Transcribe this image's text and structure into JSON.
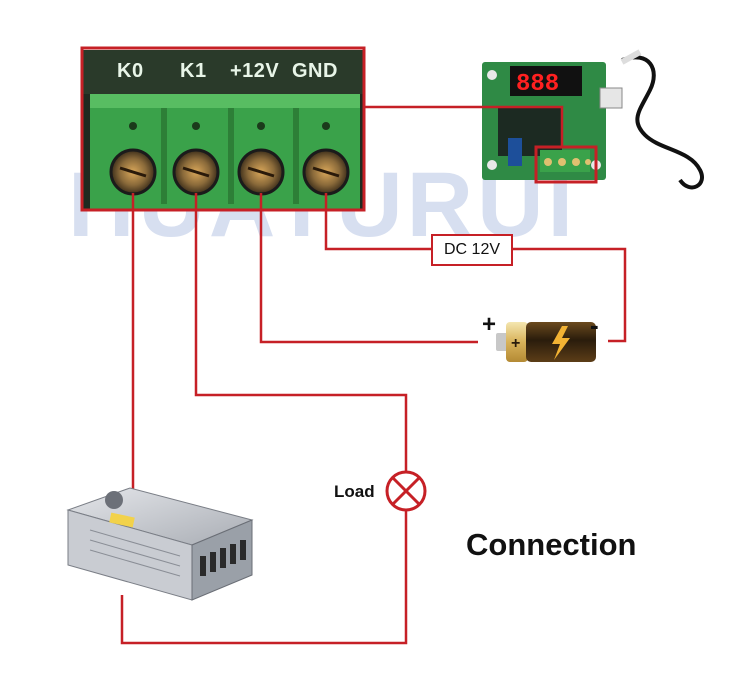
{
  "terminal_labels": [
    "K0",
    "K1",
    "+12V",
    "GND"
  ],
  "power_label": "DC 12V",
  "load_label": "Load",
  "battery_plus": "+",
  "battery_minus": "-",
  "title": "Connection",
  "watermark": "HUAYURUI",
  "colors": {
    "wire": "#c62026",
    "terminal_green": "#3aa24a",
    "board_green": "#2f7d3a",
    "pcb_black": "#1c2a22"
  },
  "icons": [
    "thermostat-board-icon",
    "battery-icon",
    "lamp-icon",
    "power-supply-icon",
    "screw-terminal-icon",
    "temperature-probe-icon"
  ]
}
